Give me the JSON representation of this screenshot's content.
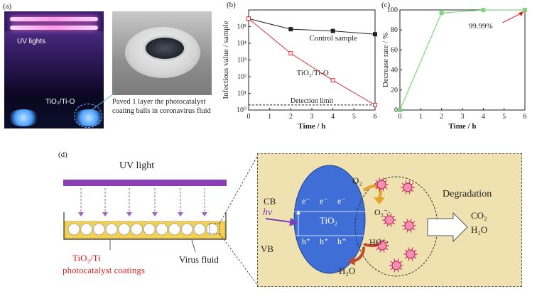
{
  "panel_a": {
    "label": "(a)",
    "uv_lights": "UV lights",
    "sample_label": "TiO₂/Ti-O",
    "caption_line1": "Paved 1 layer the photocatalyst",
    "caption_line2": "coating balls in coronavirus fluid"
  },
  "chart_data": [
    {
      "type": "line",
      "panel": "(b)",
      "xlabel": "Time / h",
      "ylabel": "Infectious value / sample",
      "yscale": "log",
      "xlim": [
        0,
        6
      ],
      "ylim": [
        1,
        1000000
      ],
      "xticks": [
        "0",
        "1",
        "2",
        "3",
        "4",
        "5",
        "6"
      ],
      "yticks": [
        "10⁰",
        "10¹",
        "10²",
        "10³",
        "10⁴",
        "10⁵"
      ],
      "series": [
        {
          "name": "Control sample",
          "color": "#222222",
          "x": [
            0,
            2,
            4,
            6
          ],
          "y": [
            300000,
            70000,
            55000,
            35000
          ]
        },
        {
          "name": "TiO₂/Ti-O",
          "color": "#e03030",
          "x": [
            0,
            2,
            4,
            6
          ],
          "y": [
            300000,
            2500,
            60,
            2
          ]
        }
      ],
      "annotation": "Detection limit",
      "detection_limit": 2
    },
    {
      "type": "line",
      "panel": "(c)",
      "xlabel": "Time / h",
      "ylabel": "Decrease rate / %",
      "xlim": [
        0,
        6
      ],
      "ylim": [
        0,
        100
      ],
      "xticks": [
        "0",
        "1",
        "2",
        "3",
        "4",
        "5",
        "6"
      ],
      "yticks": [
        "0",
        "20",
        "40",
        "60",
        "80",
        "100"
      ],
      "series": [
        {
          "color": "#7fd67f",
          "x": [
            0,
            2,
            4,
            6
          ],
          "y": [
            0,
            97,
            99.9,
            99.99
          ]
        }
      ],
      "annotation": "99.99%"
    }
  ],
  "panel_d": {
    "label": "(d)",
    "uv_light": "UV light",
    "coating_line1": "TiO₂/Ti",
    "coating_line2": "photocatalyst coatings",
    "virus_fluid": "Virus fluid",
    "cb": "CB",
    "vb": "VB",
    "hv": "hv",
    "electrons": [
      "e⁻",
      "e⁻",
      "e⁻"
    ],
    "holes": [
      "h⁺",
      "h⁺",
      "h⁺"
    ],
    "tio2": "TiO₂",
    "o2": "O₂",
    "o2_radical": "O₂⁻·",
    "ho_radical": "HO⁻·",
    "h2o": "H₂O",
    "degradation": "Degradation",
    "co2": "CO₂",
    "h2o_product": "H₂O"
  }
}
